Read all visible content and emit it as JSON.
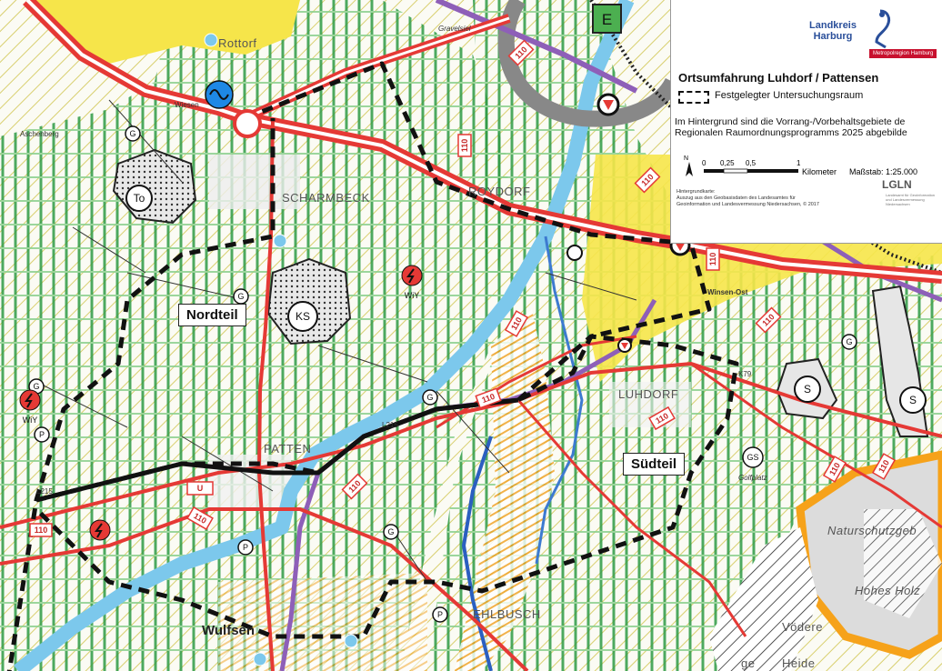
{
  "legend": {
    "org_line1": "Landkreis",
    "org_line2": "Harburg",
    "org_tag": "Metropolregion Hamburg",
    "title": "Ortsumfahrung Luhdorf / Pattensen",
    "study_area_label": "Festgelegter Untersuchungsraum",
    "note_line1": "Im Hintergrund sind die Vorrang-/Vorbehaltsgebiete de",
    "note_line2": "Regionalen Raumordnungsprogramms 2025 abgebilde",
    "north_label": "N",
    "scale_ticks": [
      "0",
      "0,25",
      "0,5",
      "1"
    ],
    "scale_unit": "Kilometer",
    "scale_ratio": "Maßstab: 1:25.000",
    "source_heading": "Hintergrundkarte:",
    "source_line1": "Auszug aus den Geobasisdaten des Landesamtes für",
    "source_line2": "Geoinformation und Landesvermessung Niedersachsen, © 2017",
    "lgln": "LGLN",
    "lgln_sub": "Landesamt für Geoinformation und Landesvermessung Niedersachsen"
  },
  "callouts": {
    "nordteil": "Nordteil",
    "suedteil": "Südteil"
  },
  "places": {
    "rottorf": "Rottorf",
    "scharmbeck": "SCHARMBECK",
    "roydorf": "ROYDORF",
    "luhdorf": "LUHDORF",
    "pattensen": "PATTEN",
    "wulfsen": "Wulfsen",
    "winsen_ost": "Winsen-Ost",
    "ehlbusch": "EHLBUSCH",
    "nsg": "Naturschutzgeb",
    "hohes_holz": "Hohes Holz",
    "heide": "Heide",
    "golfplatz": "Golfplatz",
    "gravelsiel": "Gravelsiel",
    "aschenberg": "Aschenberg",
    "wiesen": "Wiesen",
    "voedere": "Vödere",
    "ge": "ge"
  },
  "symbols": {
    "to": "To",
    "ks": "KS",
    "s": "S",
    "gs": "GS",
    "g": "G",
    "p": "P",
    "wiy": "WiY",
    "e": "E",
    "u": "U"
  },
  "road_numbers": {
    "b110": "110",
    "l215": "L215",
    "k79": "K79"
  },
  "colors": {
    "green_hatch": "#2e9a45",
    "orange_hatch": "#f0a020",
    "road_red": "#e53935",
    "river_blue": "#7cc8ec",
    "rail_purple": "#8e5fb8",
    "settlement_yellow": "#f6e54a",
    "nsg_orange": "#f6a21a",
    "study_area": "#111111"
  },
  "icons": {
    "north_arrow": "north-arrow-icon",
    "power": "power-station-icon",
    "wind": "wind-energy-icon",
    "water": "water-icon",
    "junction": "junction-icon"
  }
}
